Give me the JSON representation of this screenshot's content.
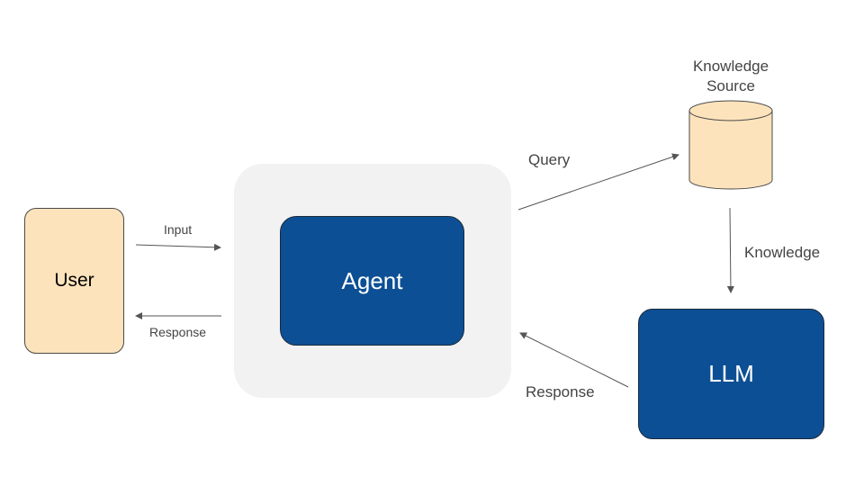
{
  "nodes": {
    "user": {
      "label": "User"
    },
    "agent": {
      "label": "Agent"
    },
    "llm": {
      "label": "LLM"
    },
    "knowledge_source": {
      "line1": "Knowledge",
      "line2": "Source"
    }
  },
  "edges": {
    "input": "Input",
    "response_to_user": "Response",
    "query": "Query",
    "knowledge": "Knowledge",
    "response_to_agent": "Response"
  },
  "colors": {
    "user_fill": "#fde3bb",
    "agent_fill": "#0d4f94",
    "llm_fill": "#0d4f94",
    "container_fill": "#f2f2f2",
    "database_fill": "#fde3bb",
    "arrow": "#555555"
  }
}
